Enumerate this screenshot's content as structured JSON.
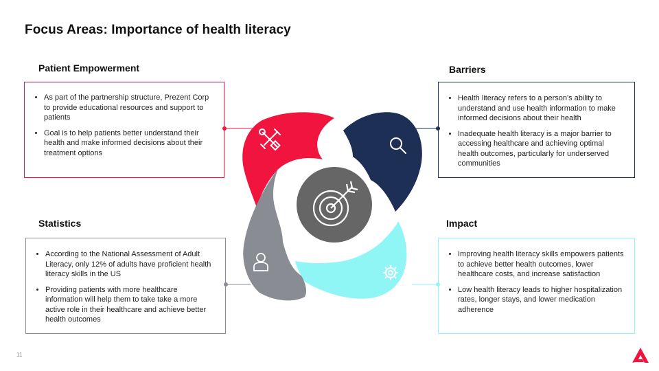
{
  "title": "Focus Areas: Importance of health literacy",
  "page_number": "11",
  "colors": {
    "red": "#f0143f",
    "navy": "#1e2f55",
    "gray": "#8a8c94",
    "cyan": "#8ff5f5",
    "center": "#666666"
  },
  "sections": {
    "empowerment": {
      "heading": "Patient Empowerment",
      "icon": "tools-icon",
      "bullets": [
        "As part of the partnership structure, Prezent Corp to provide educational resources and support to patients",
        "Goal is to help patients better understand their health and make informed decisions about their treatment options"
      ]
    },
    "barriers": {
      "heading": "Barriers",
      "icon": "magnifier-icon",
      "bullets": [
        " Health literacy refers to a person's ability to understand and use health information to make informed decisions about their health",
        "Inadequate health literacy is a major barrier to accessing healthcare and achieving optimal health outcomes, particularly for underserved communities"
      ]
    },
    "statistics": {
      "heading": "Statistics",
      "icon": "person-icon",
      "bullets": [
        "According to the National Assessment of Adult Literacy, only 12% of adults have proficient health literacy skills in the US",
        "Providing patients with more healthcare information will help them to take take a more active role in their healthcare and achieve better health outcomes"
      ]
    },
    "impact": {
      "heading": "Impact",
      "icon": "gear-icon",
      "bullets": [
        " Improving health literacy skills empowers patients to achieve better health outcomes, lower healthcare costs, and increase satisfaction",
        "Low health literacy leads to higher hospitalization rates, longer stays, and lower medication adherence"
      ]
    }
  }
}
